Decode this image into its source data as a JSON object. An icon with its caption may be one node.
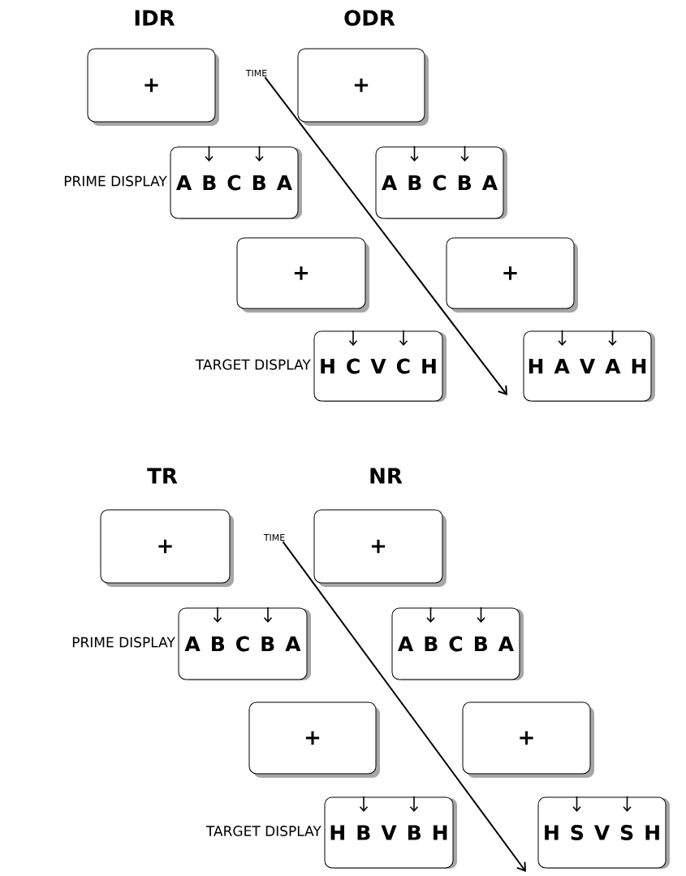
{
  "diagram": {
    "nodes": [
      {
        "text": [
          "+"
        ]
      },
      {
        "text": [
          "TIME"
        ]
      },
      {
        "text": [
          "+"
        ]
      },
      {
        "text": [
          "A B C B A"
        ],
        "beside": [
          "PRIME DISPLAY"
        ]
      },
      {
        "text": [
          "A B C B A"
        ]
      },
      {
        "text": [
          "+"
        ]
      },
      {
        "text": [
          "+"
        ]
      },
      {
        "text": [
          "H C V C H"
        ],
        "beside": [
          "TARGET DISPLAY"
        ]
      },
      {
        "text": [
          "H A V A H"
        ]
      },
      {
        "text": [
          "+"
        ]
      },
      {
        "text": [
          "TIME"
        ]
      },
      {
        "text": [
          "+"
        ]
      },
      {
        "text": [
          "A B C B A"
        ],
        "beside": [
          "PRIME DISPLAY"
        ]
      },
      {
        "text": [
          "A B C B A"
        ]
      },
      {
        "text": [
          "+"
        ]
      },
      {
        "text": [
          "+"
        ]
      },
      {
        "text": [
          "H B V B H"
        ],
        "beside": [
          "TARGET DISPLAY"
        ]
      },
      {
        "text": [
          "H S V S H"
        ]
      }
    ],
    "edges": [
      {
        "from": 1,
        "to": null,
        "arrow": "to"
      },
      {
        "from": 10,
        "to": null,
        "arrow": "to"
      }
    ],
    "labels": [
      "IDR",
      "ODR",
      "TR",
      "NR"
    ]
  }
}
